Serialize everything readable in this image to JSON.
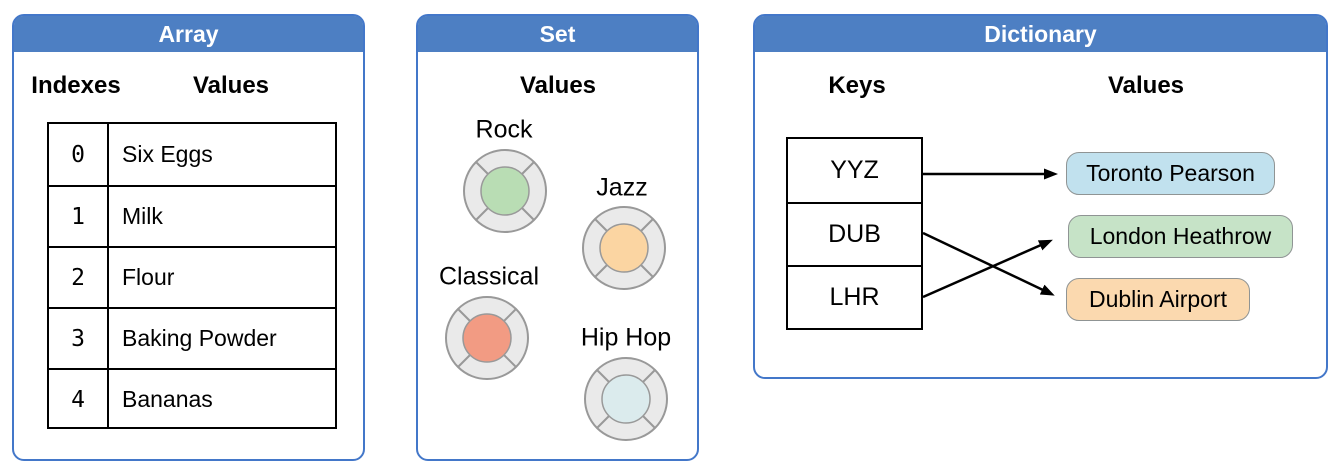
{
  "panels": {
    "array": {
      "title": "Array",
      "col_headers": {
        "indexes": "Indexes",
        "values": "Values"
      },
      "rows": [
        {
          "index": "0",
          "value": "Six Eggs"
        },
        {
          "index": "1",
          "value": "Milk"
        },
        {
          "index": "2",
          "value": "Flour"
        },
        {
          "index": "3",
          "value": "Baking Powder"
        },
        {
          "index": "4",
          "value": "Bananas"
        }
      ]
    },
    "set": {
      "title": "Set",
      "col_header": "Values",
      "items": [
        {
          "label": "Rock",
          "color": "#b9ddb4"
        },
        {
          "label": "Jazz",
          "color": "#fbd5a2"
        },
        {
          "label": "Classical",
          "color": "#f29b83"
        },
        {
          "label": "Hip Hop",
          "color": "#dbebed"
        }
      ]
    },
    "dictionary": {
      "title": "Dictionary",
      "col_headers": {
        "keys": "Keys",
        "values": "Values"
      },
      "keys": [
        "YYZ",
        "DUB",
        "LHR"
      ],
      "values": [
        {
          "label": "Toronto Pearson",
          "color": "#c1e1ee"
        },
        {
          "label": "London Heathrow",
          "color": "#c6e3c7"
        },
        {
          "label": "Dublin Airport",
          "color": "#fbd9af"
        }
      ],
      "mappings": [
        {
          "key": "YYZ",
          "value": "Toronto Pearson"
        },
        {
          "key": "DUB",
          "value": "Dublin Airport"
        },
        {
          "key": "LHR",
          "value": "London Heathrow"
        }
      ]
    }
  },
  "colors": {
    "header_blue": "#4d7fc3",
    "panel_border_blue": "#4377c9",
    "table_border": "#000000",
    "arrow": "#000000",
    "disc_ring_fill": "#eaeaea",
    "disc_ring_stroke": "#999999",
    "pill_stroke": "#8f9494",
    "text": "#000000"
  }
}
